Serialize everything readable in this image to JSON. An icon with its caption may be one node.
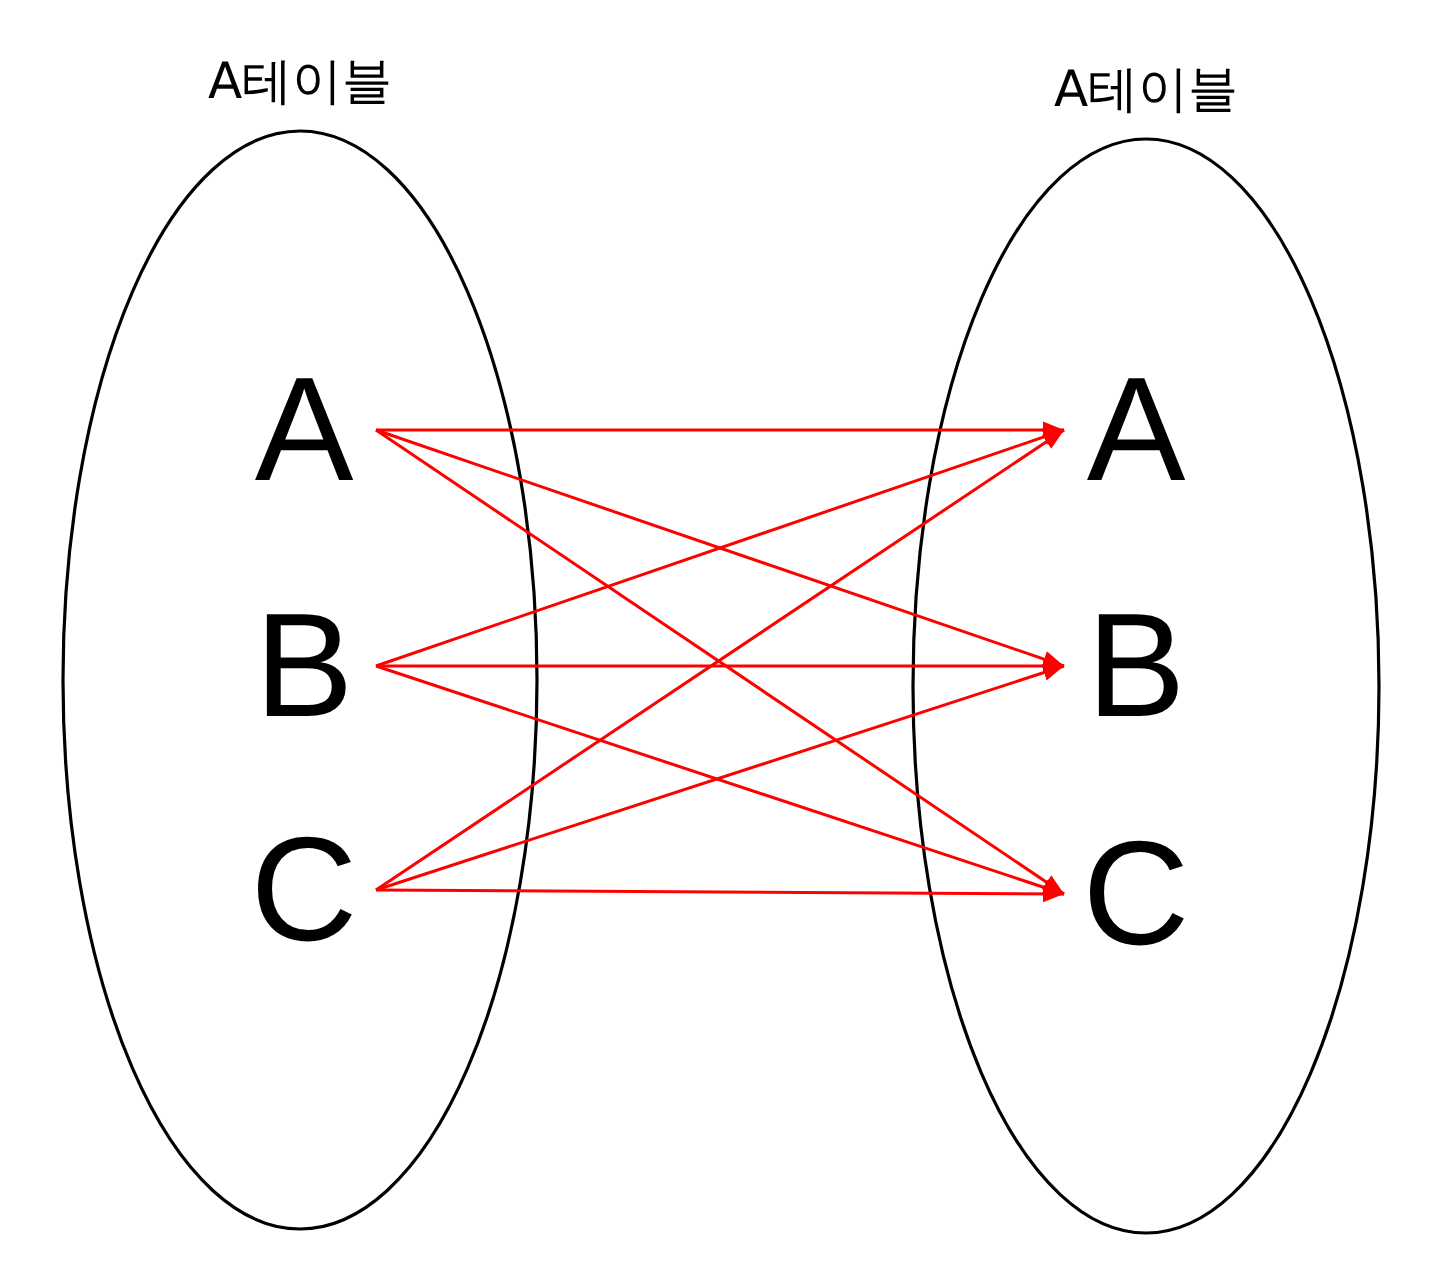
{
  "diagram": {
    "nodes": [
      {
        "text": [
          "A테이블"
        ]
      },
      {
        "text": [
          "A"
        ],
        "in": 0
      },
      {
        "text": [
          "B"
        ],
        "in": 0
      },
      {
        "text": [
          "C"
        ],
        "in": 0
      },
      {
        "text": [
          "A테이블"
        ]
      },
      {
        "text": [
          "A"
        ],
        "in": 4
      },
      {
        "text": [
          "B"
        ],
        "in": 4
      },
      {
        "text": [
          "C"
        ],
        "in": 4
      }
    ],
    "edges": [
      {
        "from": 1,
        "to": 5,
        "arrow": "to"
      },
      {
        "from": 1,
        "to": 6,
        "arrow": "to"
      },
      {
        "from": 1,
        "to": 7,
        "arrow": "to"
      },
      {
        "from": 2,
        "to": 5,
        "arrow": "to"
      },
      {
        "from": 2,
        "to": 6,
        "arrow": "to"
      },
      {
        "from": 2,
        "to": 7,
        "arrow": "to"
      },
      {
        "from": 3,
        "to": 5,
        "arrow": "to"
      },
      {
        "from": 3,
        "to": 6,
        "arrow": "to"
      },
      {
        "from": 3,
        "to": 7,
        "arrow": "to"
      }
    ]
  }
}
